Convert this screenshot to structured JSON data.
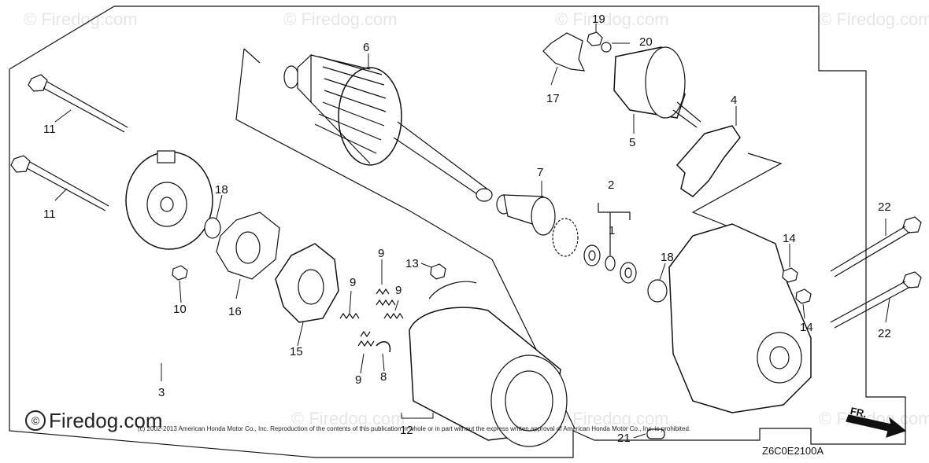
{
  "diagram": {
    "callouts": {
      "c1": "1",
      "c2": "2",
      "c3": "3",
      "c4": "4",
      "c5": "5",
      "c6": "6",
      "c7": "7",
      "c8": "8",
      "c9a": "9",
      "c9b": "9",
      "c9c": "9",
      "c9d": "9",
      "c10": "10",
      "c11a": "11",
      "c11b": "11",
      "c12": "12",
      "c13": "13",
      "c14a": "14",
      "c14b": "14",
      "c15": "15",
      "c16": "16",
      "c17": "17",
      "c18a": "18",
      "c18b": "18",
      "c19": "19",
      "c20": "20",
      "c21": "21",
      "c22a": "22",
      "c22b": "22"
    },
    "watermark": "© Firedog.com",
    "brand": "Firedog.com",
    "brand_symbol": "©",
    "copyright": "(c) 2002-2013 American Honda Motor Co., Inc. Reproduction of the contents of this publication in whole or in part without the express written approval of American Honda Motor Co., Inc. is prohibited.",
    "drawing_code": "Z6C0E2100A",
    "direction_label": "FR.",
    "line_color": "#111111",
    "watermark_color": "#e6e6e6"
  }
}
